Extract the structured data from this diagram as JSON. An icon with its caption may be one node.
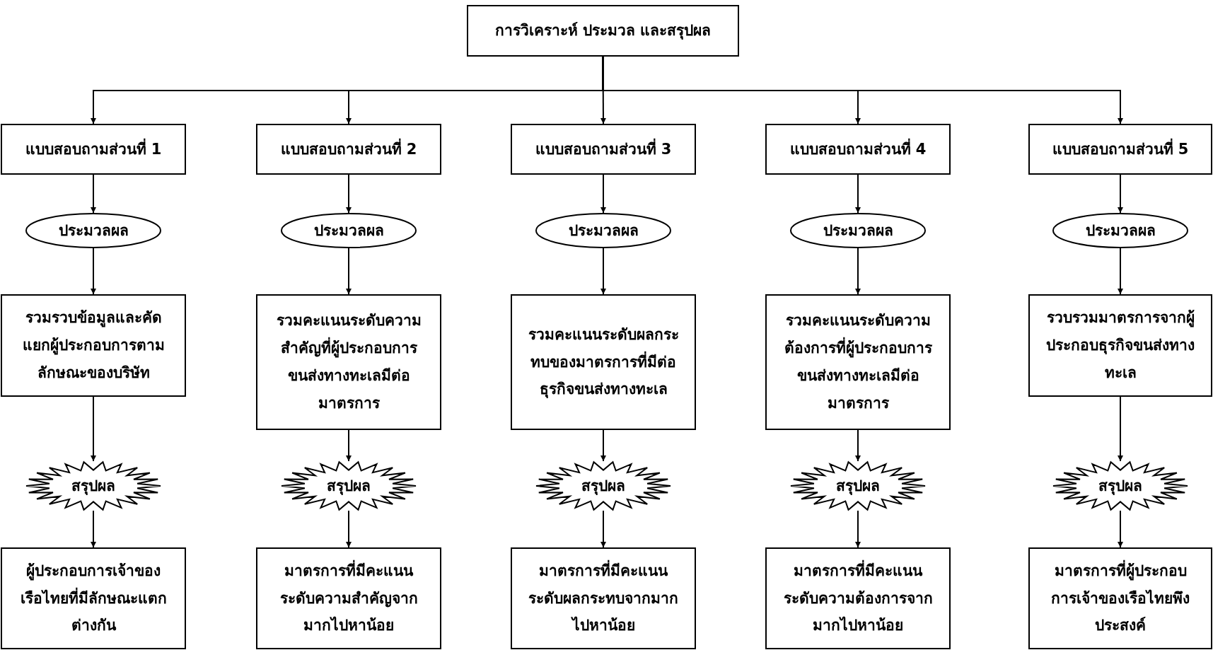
{
  "diagram": {
    "nodes": [
      {
        "text": [
          "การวิเคราะห์ ประมวล และสรุปผล"
        ]
      },
      {
        "text": [
          "แบบสอบถามส่วนที่ 1"
        ]
      },
      {
        "text": [
          "แบบสอบถามส่วนที่ 2"
        ]
      },
      {
        "text": [
          "แบบสอบถามส่วนที่ 3"
        ]
      },
      {
        "text": [
          "แบบสอบถามส่วนที่ 4"
        ]
      },
      {
        "text": [
          "แบบสอบถามส่วนที่ 5"
        ]
      },
      {
        "text": [
          "ประมวลผล"
        ]
      },
      {
        "text": [
          "ประมวลผล"
        ]
      },
      {
        "text": [
          "ประมวลผล"
        ]
      },
      {
        "text": [
          "ประมวลผล"
        ]
      },
      {
        "text": [
          "ประมวลผล"
        ]
      },
      {
        "text": [
          "รวมรวบข้อมูลและคัดแยกผู้ประกอบการตามลักษณะของบริษัท"
        ]
      },
      {
        "text": [
          "รวมคะแนนระดับความสำคัญที่ผู้ประกอบการขนส่งทางทะเลมีต่อมาตรการ"
        ]
      },
      {
        "text": [
          "รวมคะแนนระดับผลกระทบของมาตรการที่มีต่อธุรกิจขนส่งทางทะเล"
        ]
      },
      {
        "text": [
          "รวมคะแนนระดับความต้องการที่ผู้ประกอบการขนส่งทางทะเลมีต่อมาตรการ"
        ]
      },
      {
        "text": [
          "รวบรวมมาตรการจากผู้ประกอบธุรกิจขนส่งทางทะเล"
        ]
      },
      {
        "text": [
          "สรุปผล"
        ]
      },
      {
        "text": [
          "สรุปผล"
        ]
      },
      {
        "text": [
          "สรุปผล"
        ]
      },
      {
        "text": [
          "สรุปผล"
        ]
      },
      {
        "text": [
          "สรุปผล"
        ]
      },
      {
        "text": [
          "ผู้ประกอบการเจ้าของเรือไทยที่มีลักษณะแตกต่างกัน"
        ]
      },
      {
        "text": [
          "มาตรการที่มีคะแนนระดับความสำคัญจากมากไปหาน้อย"
        ]
      },
      {
        "text": [
          "มาตรการที่มีคะแนนระดับผลกระทบจากมากไปหาน้อย"
        ]
      },
      {
        "text": [
          "มาตรการที่มีคะแนนระดับความต้องการจากมากไปหาน้อย"
        ]
      },
      {
        "text": [
          "มาตรการที่ผู้ประกอบการเจ้าของเรือไทยพึงประสงค์"
        ]
      }
    ],
    "edges": [
      {
        "from": 0,
        "to": 1,
        "arrow": "to"
      },
      {
        "from": 0,
        "to": 2,
        "arrow": "to"
      },
      {
        "from": 0,
        "to": 3,
        "arrow": "to"
      },
      {
        "from": 0,
        "to": 4,
        "arrow": "to"
      },
      {
        "from": 0,
        "to": 5,
        "arrow": "to"
      },
      {
        "from": 1,
        "to": 6,
        "arrow": "to"
      },
      {
        "from": 2,
        "to": 7,
        "arrow": "to"
      },
      {
        "from": 3,
        "to": 8,
        "arrow": "to"
      },
      {
        "from": 4,
        "to": 9,
        "arrow": "to"
      },
      {
        "from": 5,
        "to": 10,
        "arrow": "to"
      },
      {
        "from": 6,
        "to": 11,
        "arrow": "to"
      },
      {
        "from": 7,
        "to": 12,
        "arrow": "to"
      },
      {
        "from": 8,
        "to": 13,
        "arrow": "to"
      },
      {
        "from": 9,
        "to": 14,
        "arrow": "to"
      },
      {
        "from": 10,
        "to": 15,
        "arrow": "to"
      },
      {
        "from": 11,
        "to": 16,
        "arrow": "to"
      },
      {
        "from": 12,
        "to": 17,
        "arrow": "to"
      },
      {
        "from": 13,
        "to": 18,
        "arrow": "to"
      },
      {
        "from": 14,
        "to": 19,
        "arrow": "to"
      },
      {
        "from": 15,
        "to": 20,
        "arrow": "to"
      },
      {
        "from": 16,
        "to": 21,
        "arrow": "to"
      },
      {
        "from": 17,
        "to": 22,
        "arrow": "to"
      },
      {
        "from": 18,
        "to": 23,
        "arrow": "to"
      },
      {
        "from": 19,
        "to": 24,
        "arrow": "to"
      },
      {
        "from": 20,
        "to": 25,
        "arrow": "to"
      }
    ]
  }
}
